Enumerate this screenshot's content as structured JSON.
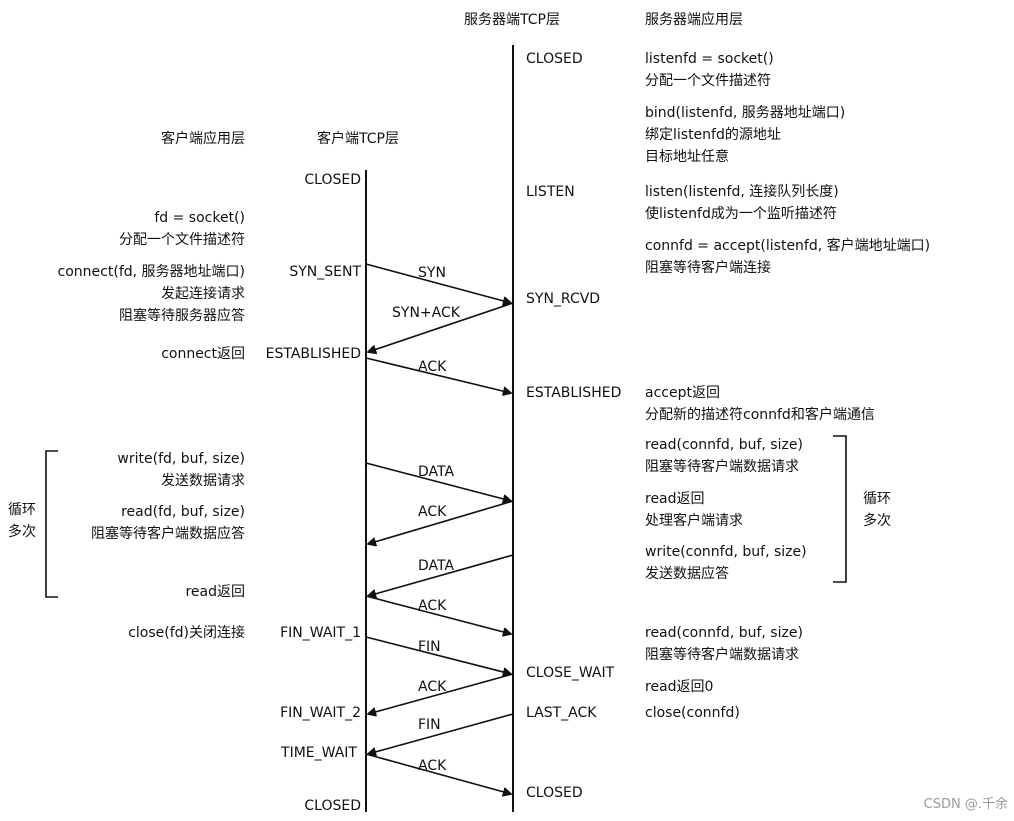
{
  "headers": {
    "server_tcp": "服务器端TCP层",
    "server_app": "服务器端应用层",
    "client_app": "客户端应用层",
    "client_tcp": "客户端TCP层"
  },
  "client_states": [
    "CLOSED",
    "SYN_SENT",
    "ESTABLISHED",
    "FIN_WAIT_1",
    "FIN_WAIT_2",
    "TIME_WAIT",
    "CLOSED"
  ],
  "server_states": [
    "CLOSED",
    "LISTEN",
    "SYN_RCVD",
    "ESTABLISHED",
    "CLOSE_WAIT",
    "LAST_ACK",
    "CLOSED"
  ],
  "client_notes": [
    [
      "fd = socket()",
      "分配一个文件描述符"
    ],
    [
      "connect(fd, 服务器地址端口)",
      "发起连接请求",
      "阻塞等待服务器应答"
    ],
    [
      "connect返回"
    ],
    [
      "write(fd, buf, size)",
      "发送数据请求"
    ],
    [
      "read(fd, buf, size)",
      "阻塞等待客户端数据应答"
    ],
    [
      "read返回"
    ],
    [
      "close(fd)关闭连接"
    ]
  ],
  "server_notes": [
    [
      "listenfd = socket()",
      "分配一个文件描述符"
    ],
    [
      "bind(listenfd, 服务器地址端口)",
      "绑定listenfd的源地址",
      "目标地址任意"
    ],
    [
      "listen(listenfd, 连接队列长度)",
      "使listenfd成为一个监听描述符"
    ],
    [
      "connfd = accept(listenfd, 客户端地址端口)",
      "阻塞等待客户端连接"
    ],
    [
      "accept返回",
      "分配新的描述符connfd和客户端通信"
    ],
    [
      "read(connfd, buf, size)",
      "阻塞等待客户端数据请求"
    ],
    [
      "read返回",
      "处理客户端请求"
    ],
    [
      "write(connfd, buf, size)",
      "发送数据应答"
    ],
    [
      "read(connfd, buf, size)",
      "阻塞等待客户端数据请求"
    ],
    [
      "read返回0"
    ],
    [
      "close(connfd)"
    ]
  ],
  "messages": [
    "SYN",
    "SYN+ACK",
    "ACK",
    "DATA",
    "ACK",
    "DATA",
    "ACK",
    "FIN",
    "ACK",
    "FIN",
    "ACK"
  ],
  "loop_labels": {
    "client": [
      "循环",
      "多次"
    ],
    "server": [
      "循环",
      "多次"
    ]
  },
  "watermark": "CSDN @.千余"
}
